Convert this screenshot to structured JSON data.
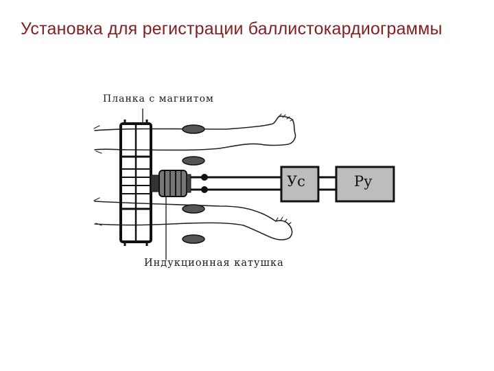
{
  "title": "Установка для регистрации баллистокардиограммы",
  "labels": {
    "magnet_bar": "Планка с магнитом",
    "induction_coil": "Индукционная катушка"
  },
  "blocks": {
    "amplifier": "Ус",
    "recorder": "Ру"
  },
  "colors": {
    "title": "#8b1c1c",
    "box_fill": "#bdbdbd",
    "ink": "#1a1a1a"
  }
}
